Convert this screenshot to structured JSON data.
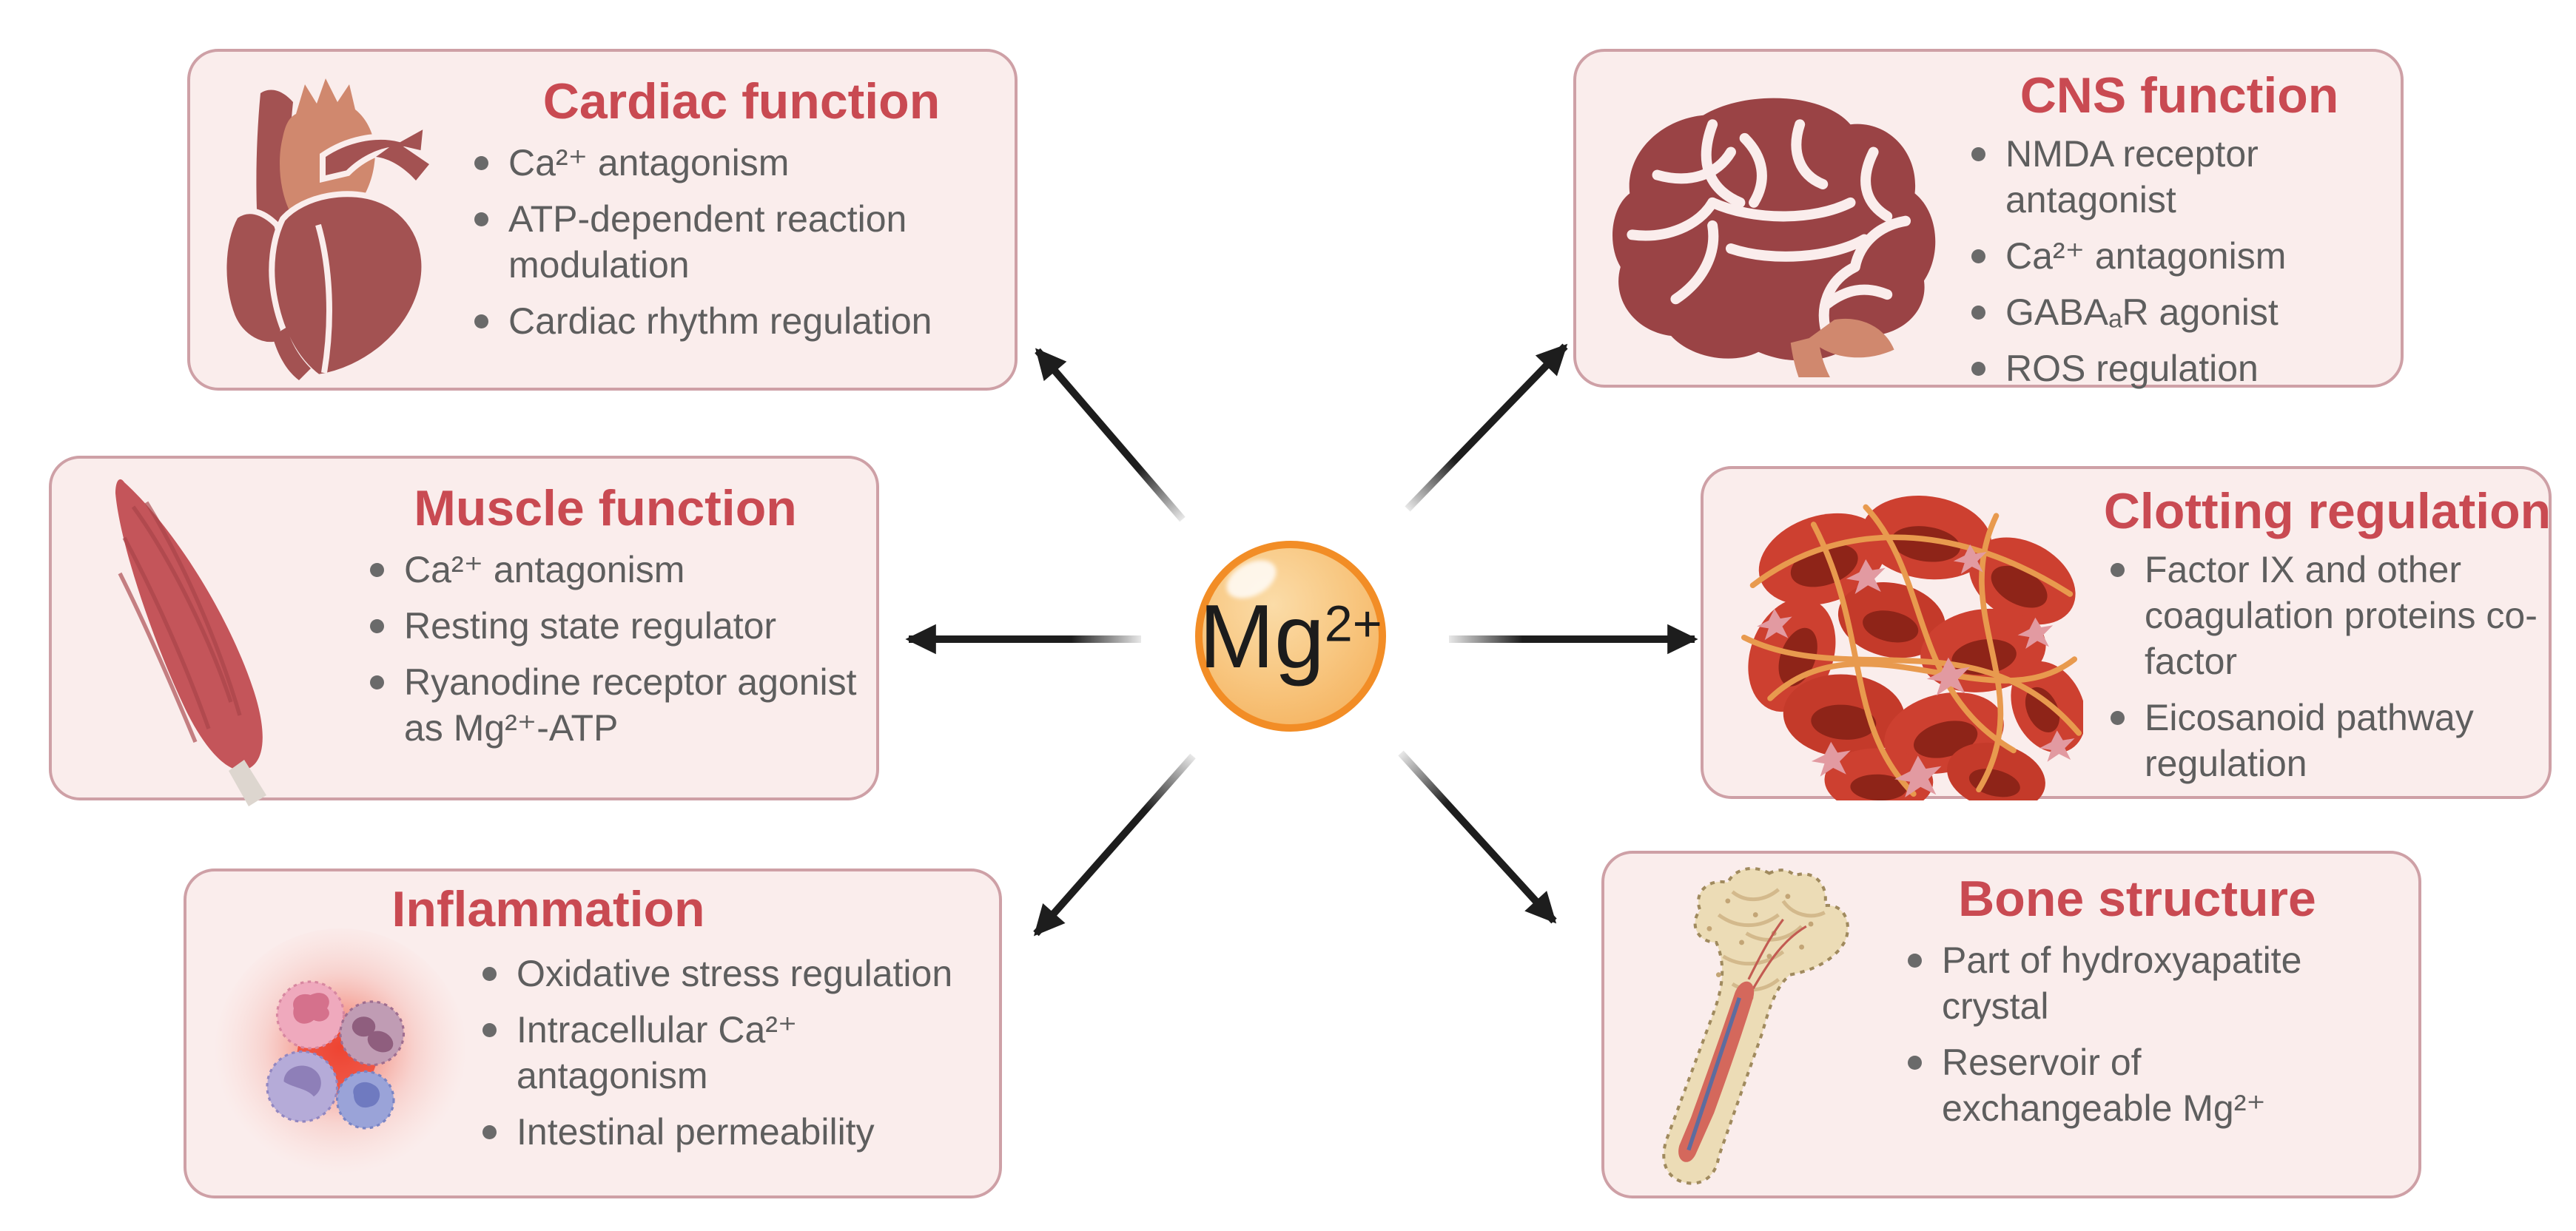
{
  "center": {
    "symbol": "Mg",
    "charge": "2+"
  },
  "colors": {
    "background": "#ffffff",
    "box_fill": "#FAEDEC",
    "box_border": "#CEA0A6",
    "title_red": "#C94A52",
    "bullet_text": "#5E5E5E",
    "arrow": "#1D1D1D",
    "ion_fill": "#F8C883",
    "ion_border": "#F28D26",
    "ion_text": "#1C1C1C"
  },
  "boxes": [
    {
      "id": "cardiac",
      "title": "Cardiac function",
      "icon": "heart-icon",
      "items": [
        "Ca²⁺ antagonism",
        "ATP-dependent reaction modulation",
        "Cardiac rhythm regulation"
      ]
    },
    {
      "id": "cns",
      "title": "CNS function",
      "icon": "brain-icon",
      "items": [
        "NMDA receptor antagonist",
        "Ca²⁺ antagonism",
        "GABAₐR agonist",
        "ROS regulation"
      ]
    },
    {
      "id": "muscle",
      "title": "Muscle function",
      "icon": "muscle-icon",
      "items": [
        "Ca²⁺ antagonism",
        "Resting state regulator",
        "Ryanodine receptor agonist as Mg²⁺-ATP"
      ]
    },
    {
      "id": "clotting",
      "title": "Clotting regulation",
      "icon": "blood-clot-icon",
      "items": [
        "Factor IX and other coagulation proteins co-factor",
        "Eicosanoid pathway regulation"
      ]
    },
    {
      "id": "inflammation",
      "title": "Inflammation",
      "icon": "immune-cells-icon",
      "items": [
        "Oxidative stress regulation",
        "Intracellular Ca²⁺ antagonism",
        "Intestinal permeability"
      ]
    },
    {
      "id": "bone",
      "title": "Bone structure",
      "icon": "bone-icon",
      "items": [
        "Part of hydroxyapatite crystal",
        "Reservoir of exchangeable Mg²⁺"
      ]
    }
  ]
}
